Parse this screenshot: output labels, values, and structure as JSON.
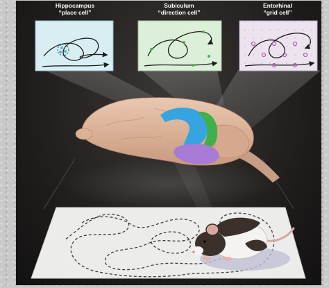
{
  "panels": [
    {
      "region": "Hippocampus",
      "cell": "“place cell”",
      "accent": "#4fb7d8",
      "background": "#d9eef3"
    },
    {
      "region": "Subiculum",
      "cell": "“direction cell”",
      "accent": "#4cae4c",
      "background": "#dcefd8"
    },
    {
      "region": "Entorhinal",
      "cell": "“grid cell”",
      "accent": "#b05db0",
      "background": "#ece3ef"
    }
  ],
  "colors": {
    "brain": "#e3b89c",
    "hippocampus": "#36a4e0",
    "subiculum": "#3fb04a",
    "entorhinal": "#a77bd6",
    "floor": "#ededeb"
  }
}
